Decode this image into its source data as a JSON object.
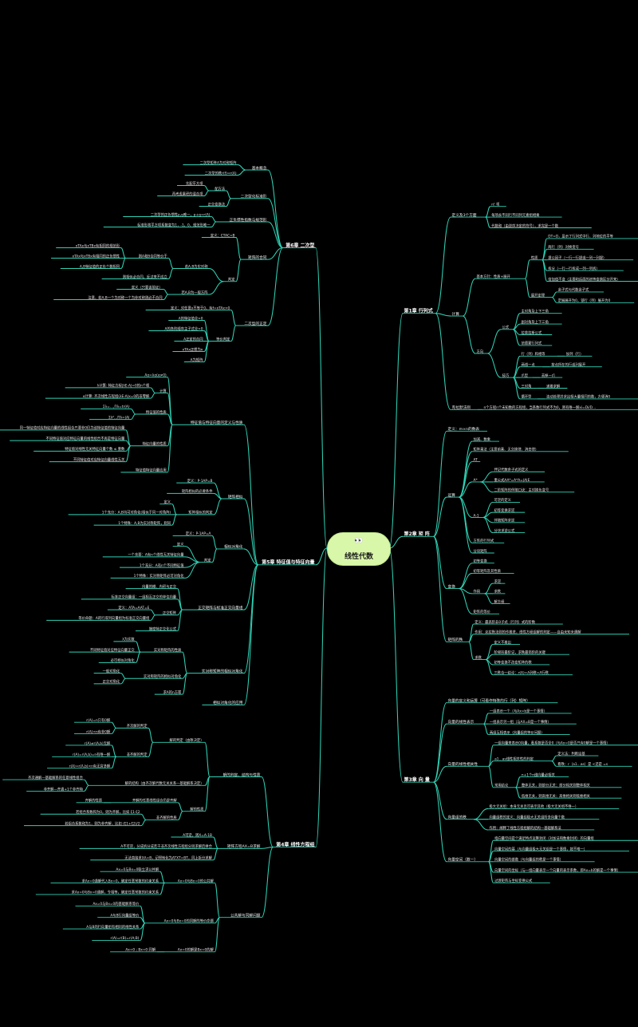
{
  "root": {
    "title": "线性代数",
    "eyes": "👀"
  },
  "colors": {
    "background": "#000000",
    "line": "#2fd1b4",
    "root_fill": "#d9f7a8",
    "text": "#e8e8e8"
  },
  "chapters": [
    {
      "label": "第1章 行列式",
      "side": "right",
      "children": [
        {
          "label": "定义及3个方面",
          "children": [
            {
              "label": "n! 项"
            },
            {
              "label": "每项永不同行不同列元素组相乘"
            },
            {
              "label": "代数和（由逆序决定的符号），求完是一个数"
            }
          ]
        },
        {
          "label": "计算",
          "children": [
            {
              "label": "基本方针：性质+展开",
              "children": [
                {
                  "label": "性质",
                  "children": [
                    {
                      "label": "DT=D，显示了行列式中行、列地位的平等"
                    },
                    {
                      "label": "两行（列）对换变号"
                    },
                    {
                      "label": "提公因子（一行一行提或一列一列提）"
                    },
                    {
                      "label": "拆分（一行一行拆成一列一列拆）"
                    },
                    {
                      "label": "倍加值不变（主要和后面的初等变换区分开来）"
                    }
                  ]
                },
                {
                  "label": "展开定理",
                  "children": [
                    {
                      "label": "余子式与代数余子式"
                    },
                    {
                      "label": "定展展开为0，锁行（列）展开为0"
                    }
                  ]
                }
              ]
            },
            {
              "label": "方向",
              "children": [
                {
                  "label": "公式",
                  "children": [
                    {
                      "label": "主对角及上下三角"
                    },
                    {
                      "label": "副对角及上下三角"
                    },
                    {
                      "label": "拉普拉斯公式"
                    },
                    {
                      "label": "范德蒙行列式"
                    }
                  ]
                },
                {
                  "label": "技巧",
                  "children": [
                    {
                      "label": "行（列）和相等",
                      "note": "加列（行）"
                    },
                    {
                      "label": "两线一点",
                      "note": "按点所在的行或列展开"
                    },
                    {
                      "label": "爪型",
                      "note": "去掉一爪"
                    },
                    {
                      "label": "三对角",
                      "note": "递推求解"
                    },
                    {
                      "label": "循环型",
                      "note": "连动处理并求出相大量相同的数，方便消0"
                    }
                  ]
                }
              ]
            }
          ]
        },
        {
          "label": "克拉默法则",
          "children": [
            {
              "label": "n个方程n个未知数的方程组，当系数行列式不为0，则有唯一解xi=Di/D…"
            }
          ]
        }
      ]
    },
    {
      "label": "第2章 矩 阵",
      "side": "right",
      "children": [
        {
          "label": "定义：m×n的数表"
        },
        {
          "label": "运算",
          "children": [
            {
              "label": "加减、数乘"
            },
            {
              "label": "矩阵乘法（注意前乘、无交换律、消去律）"
            },
            {
              "label": "AT"
            },
            {
              "label": "A*",
              "children": [
                {
                  "label": "伴记代数余子式的定义"
                },
                {
                  "label": "重公式AA*=A*A=|A|E"
                },
                {
                  "label": "二阶矩阵的伴随口诀：主对换负变号"
                }
              ]
            },
            {
              "label": "A-1",
              "children": [
                {
                  "label": "可逆的定义"
                },
                {
                  "label": "初等变换求逆"
                },
                {
                  "label": "伴随矩阵求逆"
                },
                {
                  "label": "分块求逆公式"
                }
              ]
            },
            {
              "label": "方阵的行列式"
            },
            {
              "label": "分块矩阵"
            }
          ]
        },
        {
          "label": "变换",
          "children": [
            {
              "label": "初等变换"
            },
            {
              "label": "初等矩阵及其性质"
            },
            {
              "label": "作用",
              "children": [
                {
                  "label": "求逆"
                },
                {
                  "label": "求秩"
                },
                {
                  "label": "解方程"
                }
              ]
            },
            {
              "label": "矩阵的等价"
            }
          ]
        },
        {
          "label": "矩阵的秩",
          "children": [
            {
              "label": "定义：最高阶非0子式（行列）式的阶数"
            },
            {
              "label": "作用：克拉默法则的作推进，线性方程组解的判定——自由未知未遇解"
            },
            {
              "label": "求秩",
              "children": [
                {
                  "label": "定义不推出"
                },
                {
                  "label": "阶梯形最阶记，求秩最简阶的关键"
                },
                {
                  "label": "初等变换不改变矩阵的秩"
                },
                {
                  "label": "三秩合一结论：r(A)=A列秩=A行秩"
                }
              ]
            }
          ]
        }
      ]
    },
    {
      "label": "第3章 向 量",
      "side": "right",
      "children": [
        {
          "label": "向量的定义和运算（可看作特殊的行（列）矩阵）"
        },
        {
          "label": "向量的线性表示",
          "children": [
            {
              "label": "一组表示一个（与Ax=b是一个事情）"
            },
            {
              "label": "一组表示另一组（与AX=B是一个事情）"
            },
            {
              "label": "两组互相表示（向量组的等价问题）"
            }
          ]
        },
        {
          "label": "向量的线性相关性",
          "children": [
            {
              "label": "一组向量来表示0向量，看系数是否全0（与Ax=0是否只有0解是一个事情）"
            },
            {
              "label": "a1…as线性相关性的判定",
              "children": [
                {
                  "label": "定义法：判断设基"
                },
                {
                  "label": "看秩：r（a1…as）是 <还是 =s"
                }
              ]
            },
            {
              "label": "常用结论",
              "children": [
                {
                  "label": "n+1个n维向量必相关"
                },
                {
                  "label": "整体无关，则部分无关；部分相关则整体相关"
                },
                {
                  "label": "低维无关，则高维无关；高维相关则低维相关"
                }
              ]
            }
          ]
        },
        {
          "label": "向量组的秩",
          "children": [
            {
              "label": "极大无关组：本身无关且可表示其他（极大无关组不唯一）"
            },
            {
              "label": "向量组秩的定义：向量组极大无关组所含向量个数"
            },
            {
              "label": "作用：阐释了线性方程组解的结构—基础解系法"
            }
          ]
        },
        {
          "label": "向量空间（数一）",
          "children": [
            {
              "label": "指向量空间是个满足特点运算封闭（对加法和数乘封闭）的向量组"
            },
            {
              "label": "向量空间的基（与向量组极大无关组是一个事情，按不唯一）"
            },
            {
              "label": "向量空间的维数（与向量组的秩是一个事情）"
            },
            {
              "label": "向量空间的坐标（与一组向量表示一个向量的表示系数，即Ax=b的解是一个事情）"
            },
            {
              "label": "过渡矩阵与坐标变换公式"
            }
          ]
        }
      ]
    },
    {
      "label": "第6章 二次型",
      "side": "left",
      "children": [
        {
          "label": "基本概念",
          "children": [
            {
              "label": "二次型矩阵A为对称矩阵"
            },
            {
              "label": "二次型的秩r(f)=r(A)"
            }
          ]
        },
        {
          "label": "二次型化标准形",
          "children": [
            {
              "label": "配方法",
              "children": [
                {
                  "label": "先配平方项"
                },
                {
                  "label": "再考虑乘积的混合项"
                }
              ]
            },
            {
              "label": "正交变换法"
            }
          ]
        },
        {
          "label": "正负惯性指数与规范形",
          "children": [
            {
              "label": "二次型的正负惯性p,q唯一，p+q=r(A)"
            },
            {
              "label": "标准形将平方项系数变为1，-1，0，规范形唯一"
            }
          ]
        },
        {
          "label": "矩阵的合同",
          "children": [
            {
              "label": "定义：CTAC=B"
            },
            {
              "label": "判定",
              "children": [
                {
                  "label": "若A,B为实对称",
                  "children": [
                    {
                      "label": "则A和B合同等价于",
                      "children": [
                        {
                          "label": "xTAx与xTBx有相同的规范形"
                        },
                        {
                          "label": "xTAx与xTBx有相同的正负惯性"
                        },
                        {
                          "label": "A,B特征值的正负个数相同"
                        }
                      ]
                    },
                    {
                      "label": "则相似必合同，反过来不成立"
                    }
                  ]
                },
                {
                  "label": "若A,B为一般方阵",
                  "children": [
                    {
                      "label": "定义（只要该验证）"
                    },
                    {
                      "label": "注意，若A,B一个为对称一个为非对称则必不合同"
                    }
                  ]
                }
              ]
            }
          ]
        },
        {
          "label": "二次型的正定",
          "children": [
            {
              "label": "定义：对任意x不等于0，有f=xTAx>0"
            },
            {
              "label": "等价判定",
              "children": [
                {
                  "label": "A的特征值全>0"
                },
                {
                  "label": "A的各阶顺序主子式全>0"
                },
                {
                  "label": "A正定的合同"
                },
                {
                  "label": "xTAx正惯为n"
                },
                {
                  "label": "A为矩阵"
                }
              ]
            }
          ]
        }
      ]
    },
    {
      "label": "第5章 特征值与特征向量",
      "side": "left",
      "children": [
        {
          "label": "特征值与特征向量的定义与性质",
          "children": [
            {
              "label": "Aα=λα(α≠0)"
            },
            {
              "label": "计算",
              "children": [
                {
                  "label": "λ计算: 特征方程|λE-A|=0的n个根"
                },
                {
                  "label": "α计算: 齐次线性方程组(λE-A)x=0的非零解"
                }
              ]
            },
            {
              "label": "特征值的性质",
              "children": [
                {
                  "label": "Σλ=…,Πλ=tr(A)"
                },
                {
                  "label": "Σλ²…Πλ=|A|"
                }
              ]
            },
            {
              "label": "特征向量的性质",
              "children": [
                {
                  "label": "同一特征值对应特征向量的线性组合只要非0仍为该特征值的特征向量"
                },
                {
                  "label": "不同特征值对应特征向量的线性组合不再是特征向量"
                },
                {
                  "label": "特征值对线性无关特征向量个数 ≤ 重数"
                },
                {
                  "label": "不同特征值对应特征向量线性无关"
                }
              ]
            },
            {
              "label": "特征值特征向量应用"
            }
          ]
        },
        {
          "label": "矩阵相似",
          "children": [
            {
              "label": "定义：P-1AP=B"
            },
            {
              "label": "矩阵相似的必要条件"
            },
            {
              "label": "矩阵相似的判定",
              "children": [
                {
                  "label": "定义"
                },
                {
                  "label": "1个充分：A,B均可对角化(相似于同一对角阵)"
                },
                {
                  "label": "1个特殊：A,B为实对称矩阵，则同"
                }
              ]
            }
          ]
        },
        {
          "label": "相似对角化",
          "children": [
            {
              "label": "定义：P-1AP=Λ"
            },
            {
              "label": "判定",
              "children": [
                {
                  "label": "定义"
                },
                {
                  "label": "一个充要：A有n个线性无关特征向量"
                },
                {
                  "label": "1个充分：A有n个不同特征值"
                },
                {
                  "label": "1个特殊：实对称矩阵必可对角化"
                }
              ]
            }
          ]
        },
        {
          "label": "正交矩阵与标准正交向量组",
          "children": [
            {
              "label": "向量的模、内积与正交"
            },
            {
              "label": "标准正交向量组：一组相互正交的单位向量"
            },
            {
              "label": "正交矩阵",
              "children": [
                {
                  "label": "定义：ATA=AAT=E"
                },
                {
                  "label": "等价命题：A的行或列向量组为标准正交向量组"
                }
              ]
            },
            {
              "label": "施密特正交化公式"
            }
          ]
        },
        {
          "label": "实对称矩阵的相似对角化",
          "children": [
            {
              "label": "实对称矩阵的性质",
              "children": [
                {
                  "label": "λ为实数"
                },
                {
                  "label": "不同特征值对应特征向量正交"
                },
                {
                  "label": "必可相似对角化"
                }
              ]
            },
            {
              "label": "实对称矩阵的相似对角化",
              "children": [
                {
                  "label": "一般对角化"
                },
                {
                  "label": "正交对角化"
                }
              ]
            },
            {
              "label": "求A的n方幂"
            }
          ]
        },
        {
          "label": "相似对角化的应用"
        }
      ]
    },
    {
      "label": "第4章 线性方程组",
      "side": "left",
      "children": [
        {
          "label": "解的判定、结构与性质",
          "children": [
            {
              "label": "解的判定（由秩决定）",
              "children": [
                {
                  "label": "齐次解的判定",
                  "children": [
                    {
                      "label": "r(A)=n只有0解"
                    },
                    {
                      "label": "r(A)<n有非0解"
                    }
                  ]
                },
                {
                  "label": "非齐解的判定",
                  "children": [
                    {
                      "label": "r(A)≠r(A,b)无解"
                    },
                    {
                      "label": "r(A)=r(A,b)=n有唯一解"
                    },
                    {
                      "label": "r(A)=r(A,b)<n有无穷多解"
                    }
                  ]
                }
              ]
            },
            {
              "label": "解的结构（由齐次解代数无关关系—基础解系决定）",
              "children": [
                {
                  "label": "齐次通解—基础解系的任意线性组合"
                },
                {
                  "label": "非齐解—齐通+1个非齐特"
                }
              ]
            },
            {
              "label": "解的性质",
              "children": [
                {
                  "label": "齐解的任意线性组合仍是齐解",
                  "note": "齐解的性质"
                },
                {
                  "label": "非齐解的性质",
                  "children": [
                    {
                      "label": "若组合系数和为0，则为齐解，比如 ξ1-ξ2"
                    },
                    {
                      "label": "若组合系数和为1，则为非齐解，比如 (ξ1+ξ2)/2"
                    }
                  ]
                }
              ]
            }
          ]
        },
        {
          "label": "矩阵方程AX=B求解",
          "children": [
            {
              "label": "A可逆，则X=A-1B"
            },
            {
              "label": "A不可逆，分成拆分成若干非齐次线性方程组分别求解后拼合"
            },
            {
              "label": "无法直接求XA=B，记得转化为ATXT=BT，同上拆分求解"
            }
          ]
        },
        {
          "label": "公共解与同解问题",
          "children": [
            {
              "label": "Ax=0与Bx=0的公共解",
              "children": [
                {
                  "label": "Ax=0与Bx=0联立求公共解"
                },
                {
                  "label": "求Ax=0通解代入Bx=0，确定任意常数的约束关系"
                },
                {
                  "label": "求Ax=0与Bx=0通解，令相等，确定任意常数的约束关系"
                }
              ]
            },
            {
              "label": "Ax=0与Bx=0的同解的等价命题",
              "children": [
                {
                  "label": "Ax=0与Bx=0的基础解系等价"
                },
                {
                  "label": "A与B行向量组等价"
                },
                {
                  "label": "A与B的行向量组有相同的线性关系"
                },
                {
                  "label": "r(A)=r(B)=r(A;B)"
                }
              ]
            },
            {
              "label": "Ax=0的解是Bx=0的解",
              "note": "Ax=0 ; Bx=0 同解"
            }
          ]
        }
      ]
    }
  ]
}
